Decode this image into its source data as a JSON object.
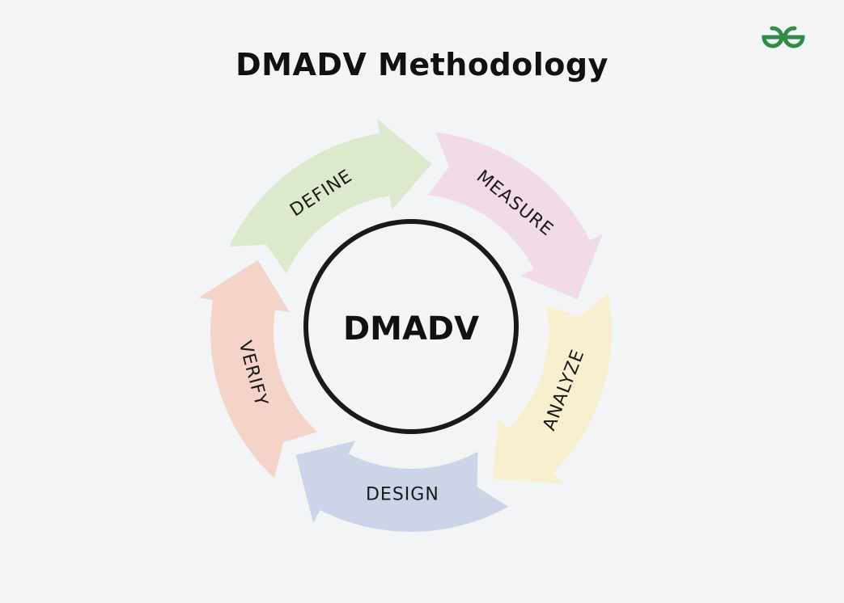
{
  "title": "DMADV Methodology",
  "logo": {
    "icon": "geeksforgeeks-logo-icon",
    "color": "#2f8d46"
  },
  "center": {
    "label": "DMADV",
    "ring_color": "#1a1a1a"
  },
  "phases": [
    {
      "label": "DEFINE",
      "color": "#dce9cd"
    },
    {
      "label": "MEASURE",
      "color": "#f1dbe8"
    },
    {
      "label": "ANALYZE",
      "color": "#f8efd0"
    },
    {
      "label": "DESIGN",
      "color": "#cdd4e8"
    },
    {
      "label": "VERIFY",
      "color": "#f4d3c8"
    }
  ]
}
